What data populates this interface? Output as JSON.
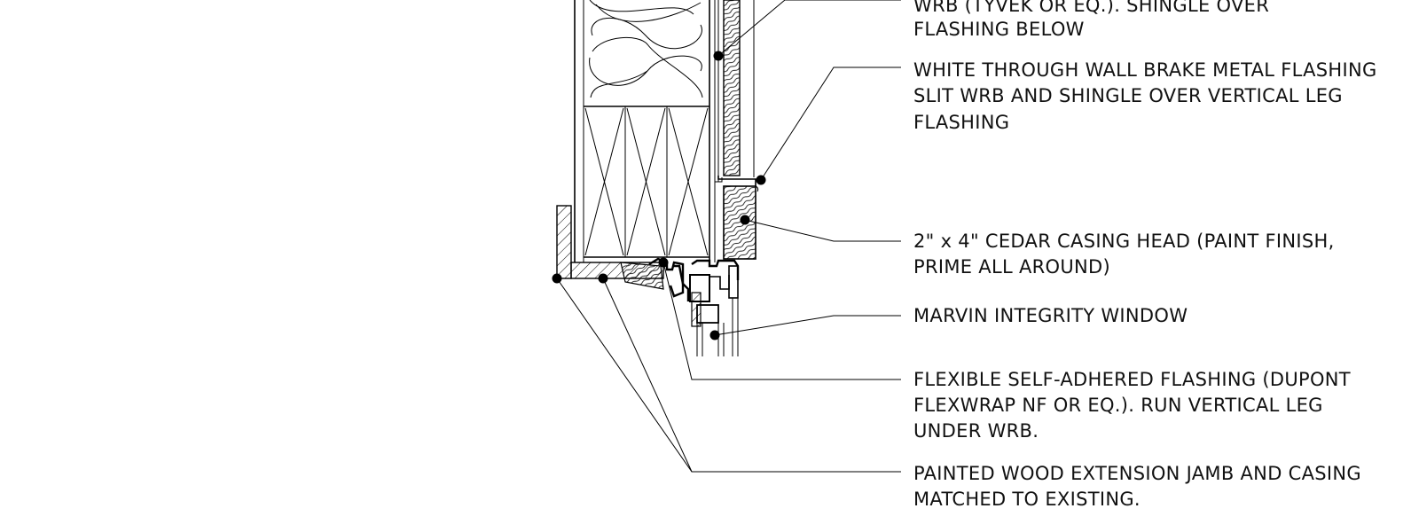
{
  "callouts": [
    {
      "id": "wrb",
      "lines": [
        "WRB (TYVEK OR EQ.). SHINGLE OVER",
        "FLASHING BELOW"
      ]
    },
    {
      "id": "brake-metal",
      "lines": [
        "WHITE THROUGH WALL BRAKE METAL FLASHING",
        "SLIT WRB AND SHINGLE OVER VERTICAL LEG",
        "FLASHING"
      ]
    },
    {
      "id": "casing-head",
      "lines": [
        "2\" x 4\" CEDAR CASING HEAD (PAINT FINISH,",
        "PRIME ALL AROUND)"
      ]
    },
    {
      "id": "window",
      "lines": [
        "MARVIN INTEGRITY WINDOW"
      ]
    },
    {
      "id": "flex-flashing",
      "lines": [
        "FLEXIBLE SELF-ADHERED FLASHING (DUPONT",
        "FLEXWRAP NF OR EQ.). RUN VERTICAL LEG",
        "UNDER WRB."
      ]
    },
    {
      "id": "extension-jamb",
      "lines": [
        "PAINTED WOOD EXTENSION JAMB AND CASING",
        "MATCHED TO EXISTING."
      ]
    }
  ],
  "colors": {
    "line": "#000000",
    "background": "#ffffff"
  }
}
